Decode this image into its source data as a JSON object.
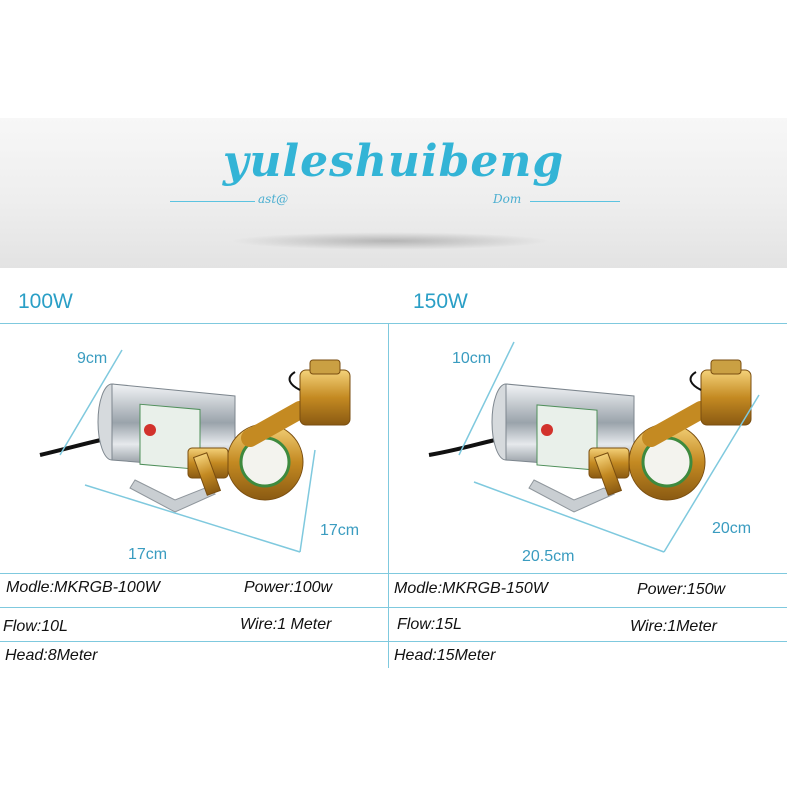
{
  "banner": {
    "brand": "yuleshuibeng",
    "left_mark": "ast@",
    "right_mark": "Dom"
  },
  "products": [
    {
      "title": "100W",
      "dims": {
        "height": "9cm",
        "length": "17cm",
        "depth": "17cm"
      },
      "specs": {
        "model": "Modle:MKRGB-100W",
        "power": "Power:100w",
        "flow": "Flow:10L",
        "wire": "Wire:1 Meter",
        "head": "Head:8Meter"
      }
    },
    {
      "title": "150W",
      "dims": {
        "height": "10cm",
        "length": "20.5cm",
        "depth": "20cm"
      },
      "specs": {
        "model": "Modle:MKRGB-150W",
        "power": "Power:150w",
        "flow": "Flow:15L",
        "wire": "Wire:1Meter",
        "head": "Head:15Meter"
      }
    }
  ],
  "colors": {
    "accent": "#33b4d6",
    "frame": "#7fc9de",
    "brass": "#d9a53a",
    "steel": "#c8cdd2"
  }
}
